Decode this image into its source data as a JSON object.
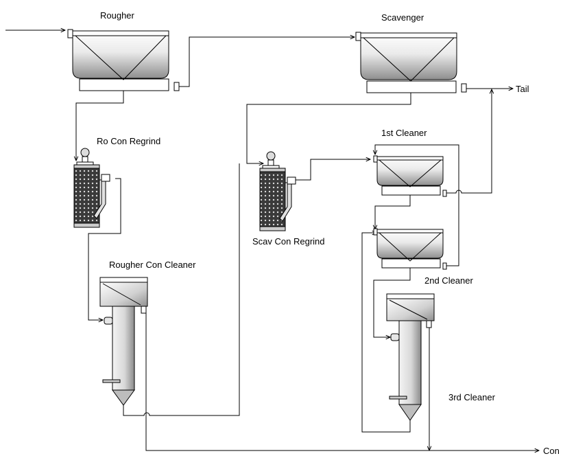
{
  "labels": {
    "rougher": "Rougher",
    "scavenger": "Scavenger",
    "tail": "Tail",
    "ro_con_regrind": "Ro Con Regrind",
    "first_cleaner": "1st Cleaner",
    "scav_con_regrind": "Scav Con Regrind",
    "rougher_con_cleaner": "Rougher Con Cleaner",
    "second_cleaner": "2nd Cleaner",
    "third_cleaner": "3rd Cleaner",
    "con": "Con"
  }
}
